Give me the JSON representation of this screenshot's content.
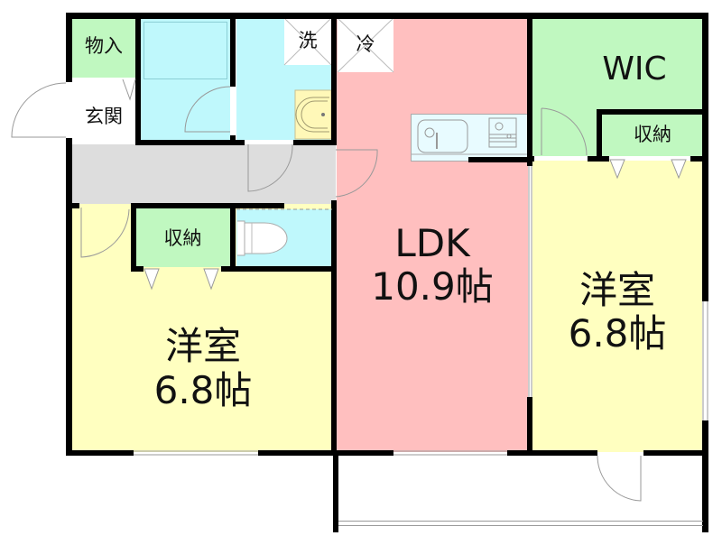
{
  "floor_plan": {
    "layout": "1LDK+WIC (2 bedrooms)",
    "colors": {
      "bedroom": "#ffffc0",
      "ldk": "#ffbfbf",
      "storage": "#c0f8c0",
      "wet_area": "#c0f8ff",
      "hallway": "#dddddd",
      "entrance": "#ffffff",
      "wall": "#000000"
    },
    "rooms": {
      "closet_monoire": {
        "label": "物入"
      },
      "entrance": {
        "label": "玄関"
      },
      "bathroom": {
        "label": ""
      },
      "washroom": {
        "label": ""
      },
      "washer_space": {
        "label": "洗"
      },
      "fridge_space": {
        "label": "冷"
      },
      "ldk": {
        "label": "LDK",
        "size": "10.9帖"
      },
      "wic": {
        "label": "WIC"
      },
      "wic_storage": {
        "label": "収納"
      },
      "bedroom_left": {
        "label": "洋室",
        "size": "6.8帖"
      },
      "bedroom_left_storage": {
        "label": "収納"
      },
      "bedroom_right": {
        "label": "洋室",
        "size": "6.8帖"
      },
      "toilet": {
        "label": ""
      },
      "hallway": {
        "label": ""
      },
      "balcony": {
        "label": ""
      }
    }
  }
}
